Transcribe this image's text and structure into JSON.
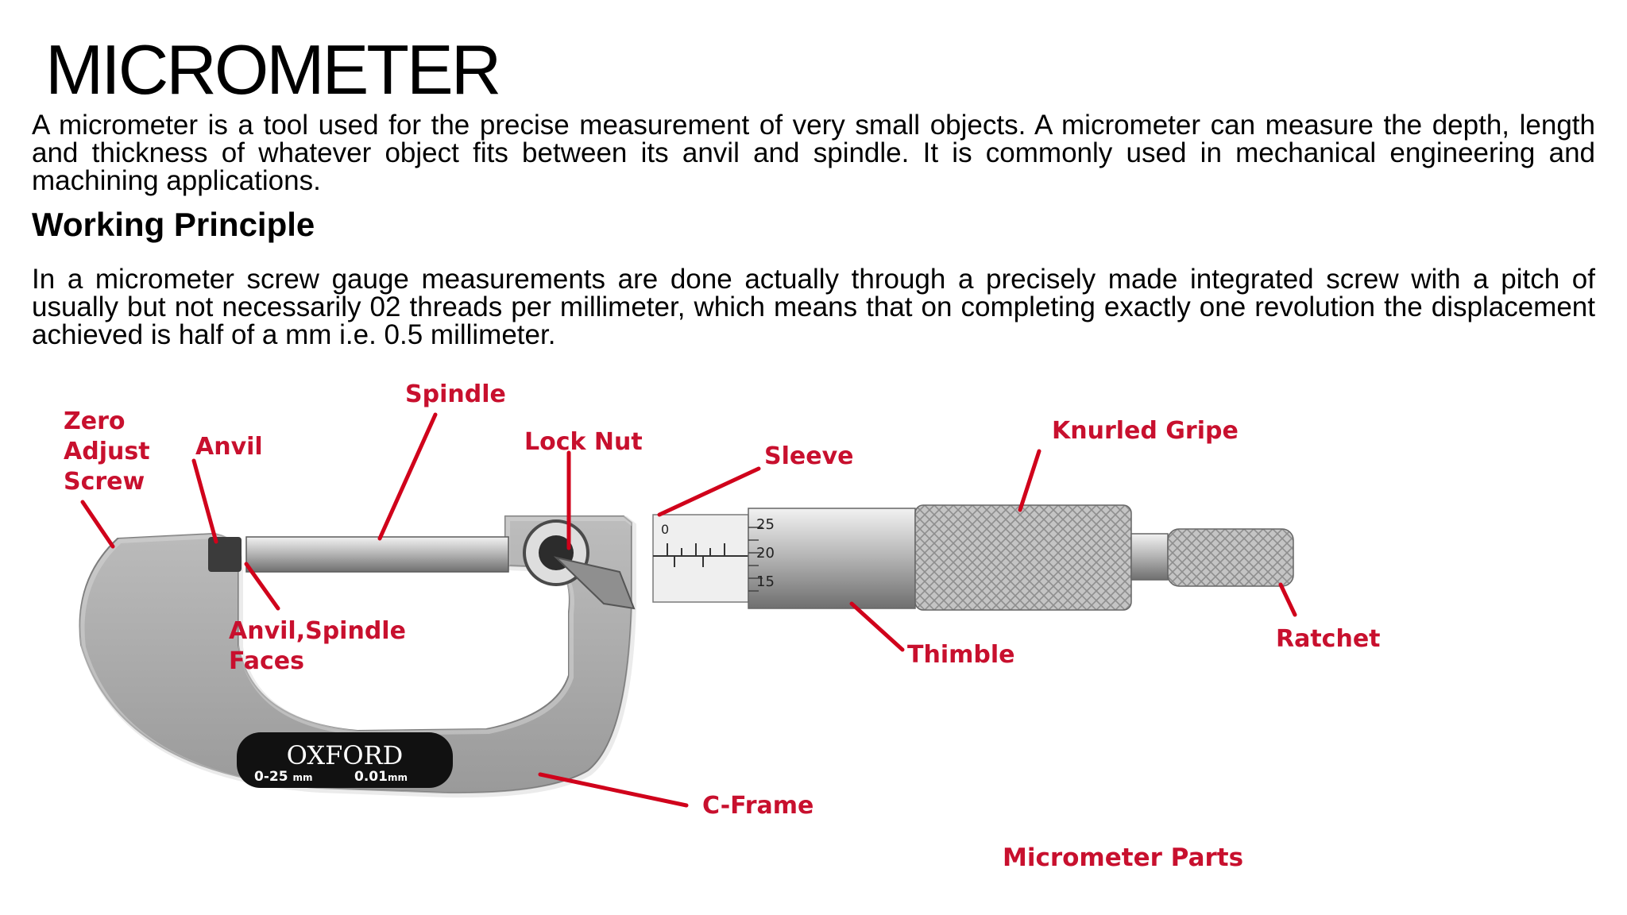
{
  "title": "MICROMETER",
  "intro": "A micrometer is a tool used for the precise measurement of very small objects. A micrometer can measure the depth, length and thickness of whatever object fits between its anvil and spindle. It is commonly used in mechanical engineering and machining applications.",
  "section_heading": "Working Principle",
  "principle": "In a micrometer screw gauge measurements are done actually through a precisely made integrated screw with a pitch of usually but not necessarily 02 threads per millimeter, which means that on completing exactly one revolution the displacement achieved is half of a mm i.e. 0.5 millimeter.",
  "figure": {
    "labels": {
      "zero_adjust_1": "Zero",
      "zero_adjust_2": "Adjust",
      "zero_adjust_3": "Screw",
      "anvil": "Anvil",
      "spindle": "Spindle",
      "lock_nut": "Lock Nut",
      "sleeve": "Sleeve",
      "knurled_gripe": "Knurled Gripe",
      "faces_1": "Anvil,Spindle",
      "faces_2": "Faces",
      "thimble": "Thimble",
      "ratchet": "Ratchet",
      "c_frame": "C-Frame",
      "caption": "Micrometer Parts"
    },
    "badge": {
      "brand": "OXFORD",
      "range": "0-25",
      "range_unit": "mm",
      "resolution": "0.01",
      "resolution_unit": "mm"
    },
    "thimble_scale": [
      "25",
      "20",
      "15"
    ],
    "sleeve_scale": "0",
    "label_color": "#c8102e",
    "frame_color": "#a9a9a9"
  }
}
